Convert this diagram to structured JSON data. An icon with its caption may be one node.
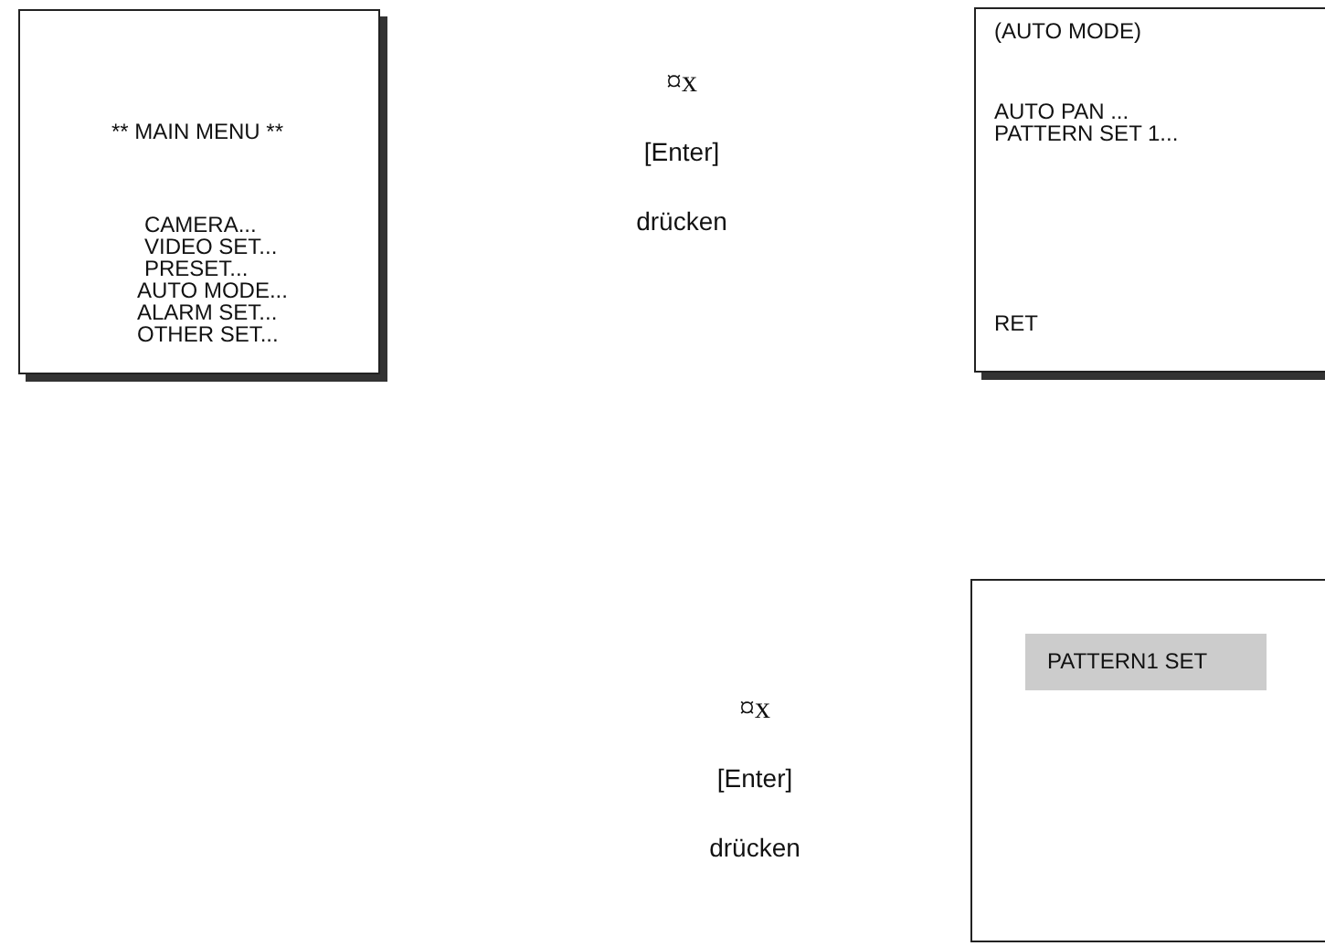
{
  "diagram": {
    "nodes": [
      {
        "text": [
          "** MAIN MENU **",
          "CAMERA...",
          "VIDEO SET...",
          "PRESET...",
          "AUTO MODE...",
          "ALARM SET...",
          "OTHER SET..."
        ]
      },
      {
        "text": [
          "(AUTO MODE)",
          "AUTO PAN ...",
          "PATTERN SET 1...",
          "RET"
        ]
      },
      {
        "text": [],
        "shape": "box"
      },
      {
        "text": [
          "PATTERN1 SET"
        ],
        "in": 2
      }
    ],
    "edges": [],
    "labels": [
      "¤x",
      "[Enter]",
      "drücken",
      "¤x",
      "[Enter]",
      "drücken"
    ]
  }
}
